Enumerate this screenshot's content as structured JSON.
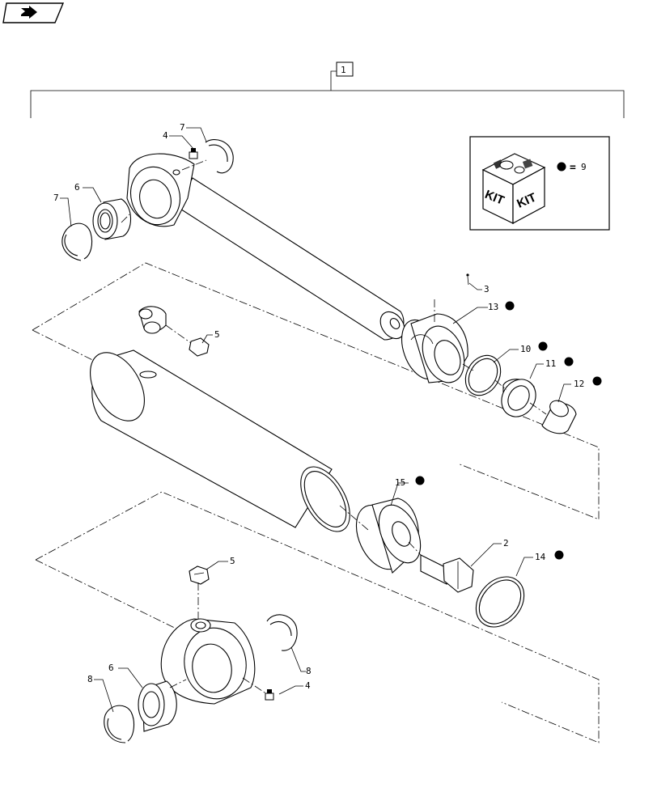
{
  "nav": {
    "icon": "forward-arrow-icon"
  },
  "assembly_number": "1",
  "kit": {
    "word_left": "KIT",
    "word_right": "KIT",
    "equals": "=",
    "number": "9"
  },
  "callouts": {
    "c4_top": "4",
    "c7_top": "7",
    "c6_top": "6",
    "c7_left": "7",
    "c3": "3",
    "c13": "13",
    "c5_top": "5",
    "c10": "10",
    "c11": "11",
    "c12": "12",
    "c15": "15",
    "c2": "2",
    "c14": "14",
    "c5_bottom": "5",
    "c8_right": "8",
    "c6_bottom": "6",
    "c8_left": "8",
    "c4_bottom": "4"
  }
}
